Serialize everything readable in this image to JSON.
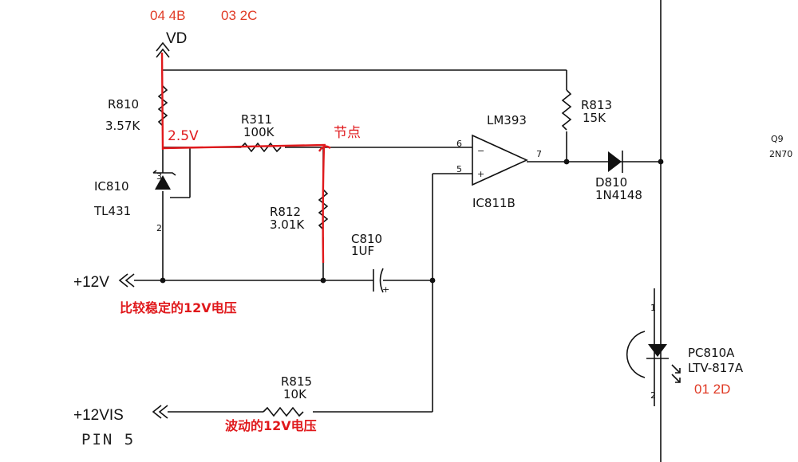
{
  "refs": {
    "top_left": "04 4B",
    "top_right": "03 2C",
    "optocoupler": "01 2D"
  },
  "rails": {
    "vd": "VD",
    "plus12v": "+12V",
    "plus12vis": "+12VIS",
    "pin": "PIN 5"
  },
  "components": {
    "r810": {
      "name": "R810",
      "value": "3.57K"
    },
    "r811": {
      "name": "R311",
      "value": "100K"
    },
    "r812": {
      "name": "R812",
      "value": "3.01K"
    },
    "r813": {
      "name": "R813",
      "value": "15K"
    },
    "r815": {
      "name": "R815",
      "value": "10K"
    },
    "c810": {
      "name": "C810",
      "value": "1UF"
    },
    "ic810": {
      "name": "IC810",
      "part": "TL431"
    },
    "ic811": {
      "name": "IC811B",
      "part": "LM393"
    },
    "d810": {
      "name": "D810",
      "part": "1N4148"
    },
    "pc810": {
      "name": "PC810A",
      "part": "LTV-817A"
    },
    "q9": {
      "name": "Q9",
      "part": "2N70"
    }
  },
  "pins": {
    "ic810_top": "3",
    "ic810_bottom": "2",
    "op_inv": "6",
    "op_noninv": "5",
    "op_out": "7",
    "pc_top": "1",
    "pc_bottom": "2"
  },
  "annotations": {
    "voltage": "2.5V",
    "node": "节点",
    "stable": "比较稳定的12V电压",
    "fluctuating": "波动的12V电压"
  },
  "colors": {
    "ink": "#111111",
    "annotation": "#e0191c",
    "reference": "#e03a25"
  }
}
